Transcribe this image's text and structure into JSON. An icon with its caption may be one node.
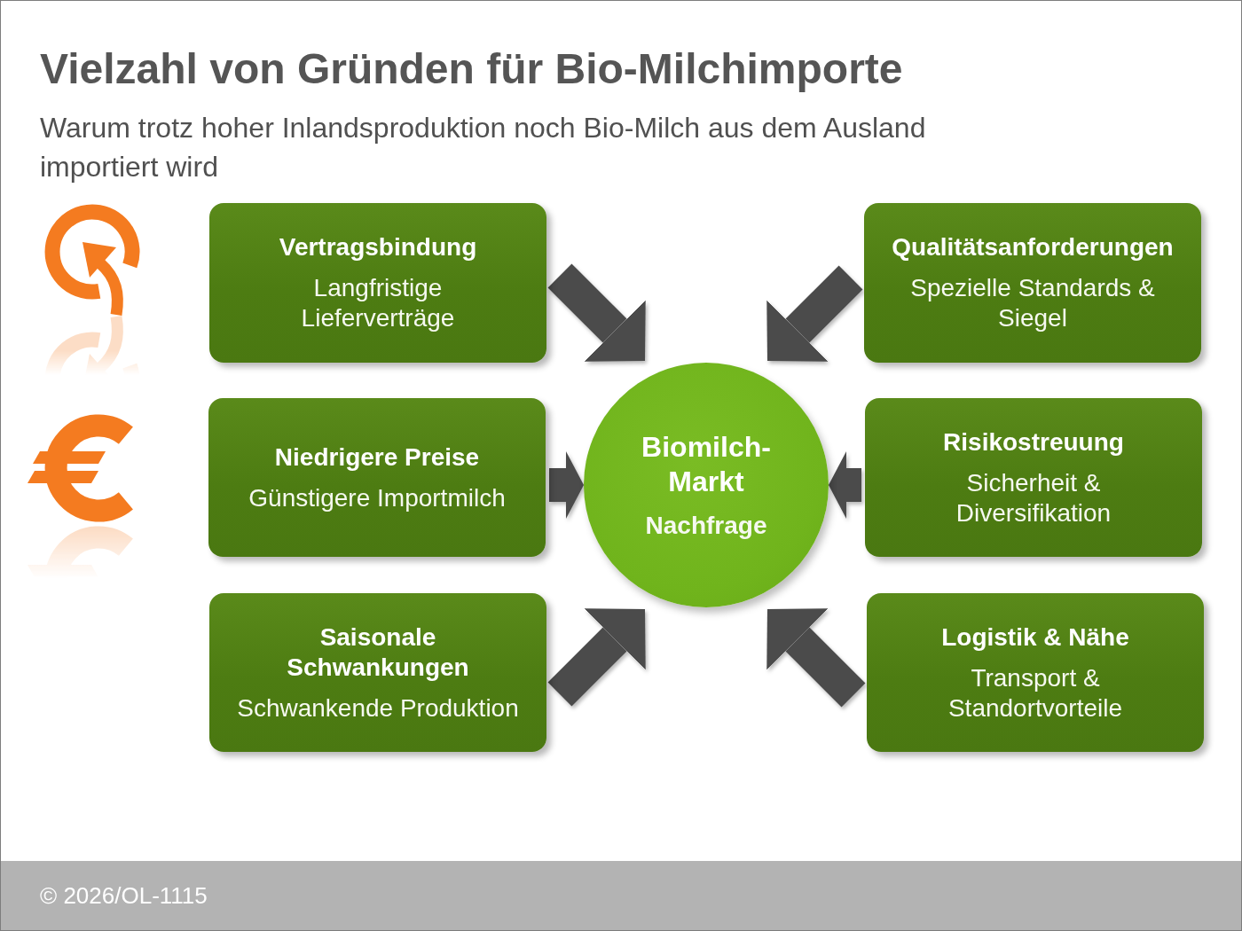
{
  "diagram": {
    "title": "Vielzahl von Gründen für Bio-Milchimporte",
    "nodes": [
      {
        "text": [
          "Vertragsbindung",
          "Langfristige Lieferverträge"
        ]
      },
      {
        "text": [
          "Qualitätsanforderungen",
          "Spezielle Standards & Siegel"
        ]
      },
      {
        "text": [
          "Niedrigere Preise",
          "Günstigere Importmilch"
        ]
      },
      {
        "text": [
          "Biomilch- Markt",
          "Nachfrage"
        ]
      },
      {
        "text": [
          "Risikostreuung",
          "Sicherheit & Diversifikation"
        ]
      },
      {
        "text": [
          "Saisonale Schwankungen",
          "Schwankende Produktion"
        ]
      },
      {
        "text": [
          "Logistik & Nähe",
          "Transport & Standortvorteile"
        ]
      }
    ],
    "edges": [
      {
        "from": 0,
        "to": 3,
        "arrow": "to"
      },
      {
        "from": 1,
        "to": 3,
        "arrow": "to"
      },
      {
        "from": 2,
        "to": 3,
        "arrow": "to"
      },
      {
        "from": 4,
        "to": 3,
        "arrow": "to"
      },
      {
        "from": 5,
        "to": 3,
        "arrow": "to"
      },
      {
        "from": 6,
        "to": 3,
        "arrow": "to"
      }
    ],
    "labels": [
      "Warum trotz hoher Inlandsproduktion noch Bio-Milch aus dem Ausland importiert wird",
      "© 2026/OL-1115"
    ]
  }
}
